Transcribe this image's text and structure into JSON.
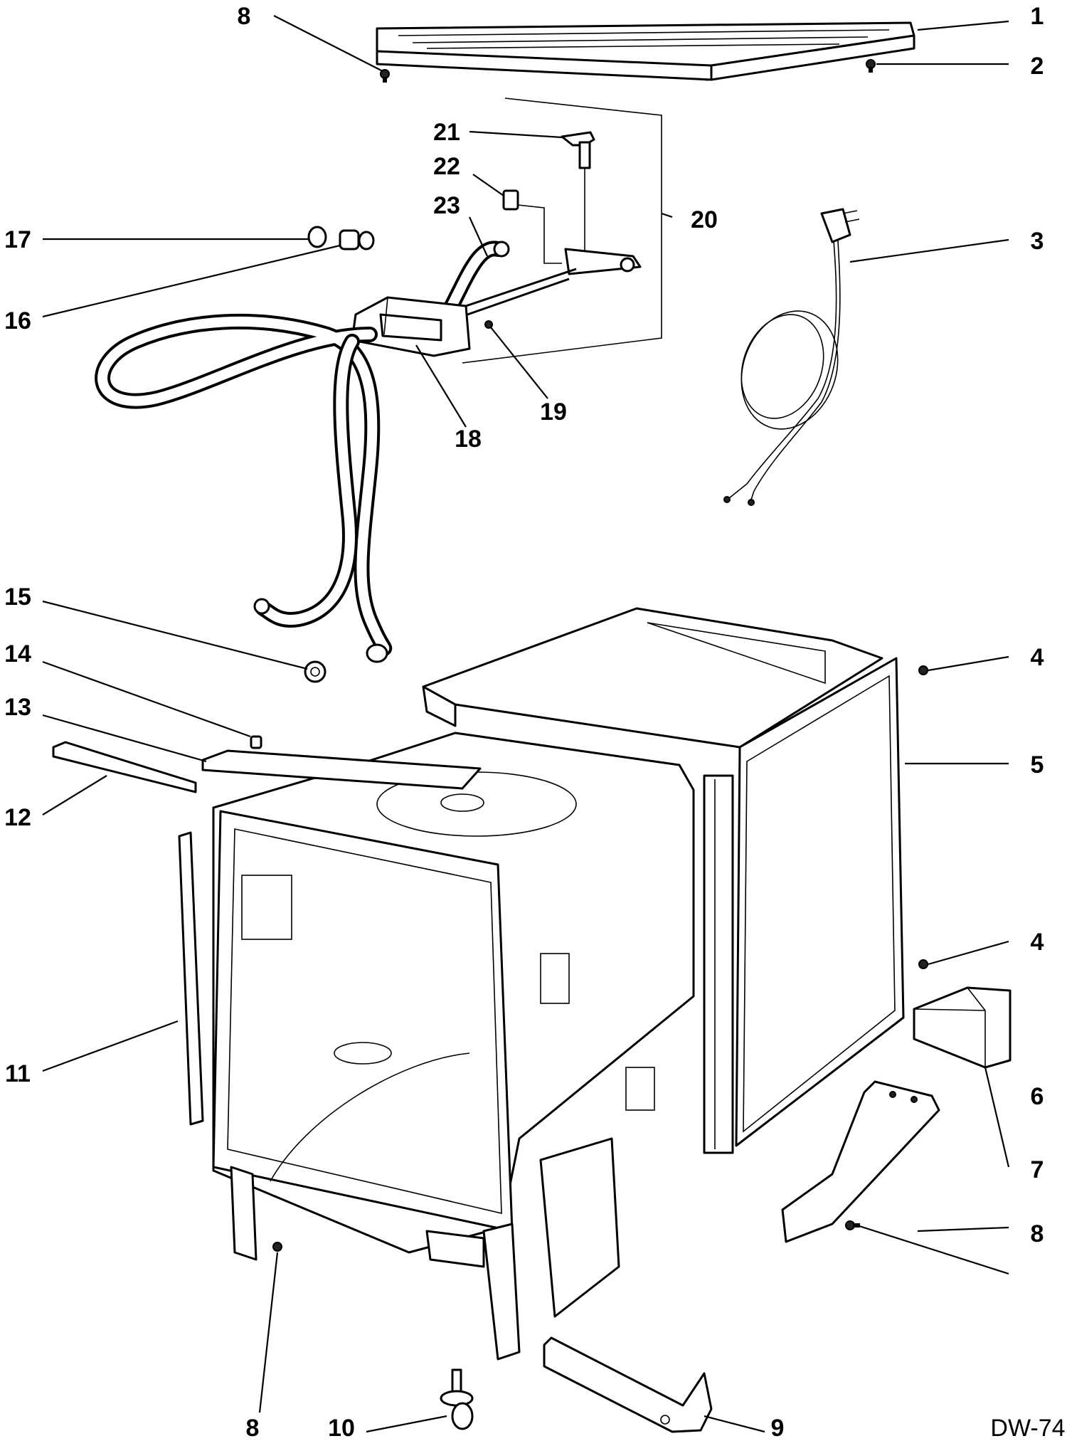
{
  "diagram_code": "DW-74",
  "callouts": [
    {
      "id": "c1",
      "label": "1"
    },
    {
      "id": "c2",
      "label": "2"
    },
    {
      "id": "c3",
      "label": "3"
    },
    {
      "id": "c4a",
      "label": "4"
    },
    {
      "id": "c4b",
      "label": "4"
    },
    {
      "id": "c5",
      "label": "5"
    },
    {
      "id": "c6",
      "label": "6"
    },
    {
      "id": "c7",
      "label": "7"
    },
    {
      "id": "c8a",
      "label": "8"
    },
    {
      "id": "c8b",
      "label": "8"
    },
    {
      "id": "c8c",
      "label": "8"
    },
    {
      "id": "c9",
      "label": "9"
    },
    {
      "id": "c10",
      "label": "10"
    },
    {
      "id": "c11",
      "label": "11"
    },
    {
      "id": "c12",
      "label": "12"
    },
    {
      "id": "c13",
      "label": "13"
    },
    {
      "id": "c14",
      "label": "14"
    },
    {
      "id": "c15",
      "label": "15"
    },
    {
      "id": "c16",
      "label": "16"
    },
    {
      "id": "c17",
      "label": "17"
    },
    {
      "id": "c18",
      "label": "18"
    },
    {
      "id": "c19",
      "label": "19"
    },
    {
      "id": "c20",
      "label": "20"
    },
    {
      "id": "c21",
      "label": "21"
    },
    {
      "id": "c22",
      "label": "22"
    },
    {
      "id": "c23",
      "label": "23"
    }
  ]
}
